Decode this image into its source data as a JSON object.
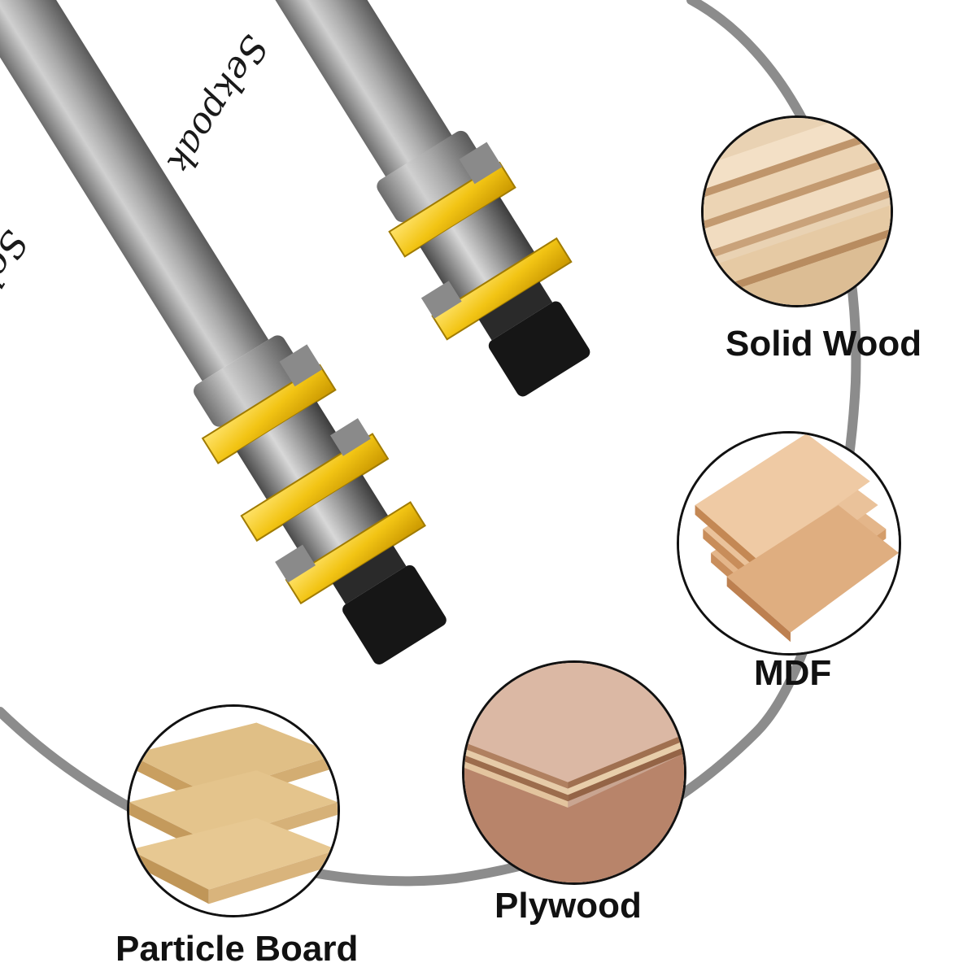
{
  "product": {
    "brand_engraving": "Sekpoak"
  },
  "materials": [
    {
      "label": "Solid Wood"
    },
    {
      "label": "MDF"
    },
    {
      "label": "Plywood"
    },
    {
      "label": "Particle Board"
    }
  ],
  "colors": {
    "background": "#ffffff",
    "connector_arc": "#8c8c8c",
    "shank_steel": "#9a9a9a",
    "cutter_yellow": "#f2c414",
    "nut_black": "#161616",
    "label_text": "#111111"
  }
}
